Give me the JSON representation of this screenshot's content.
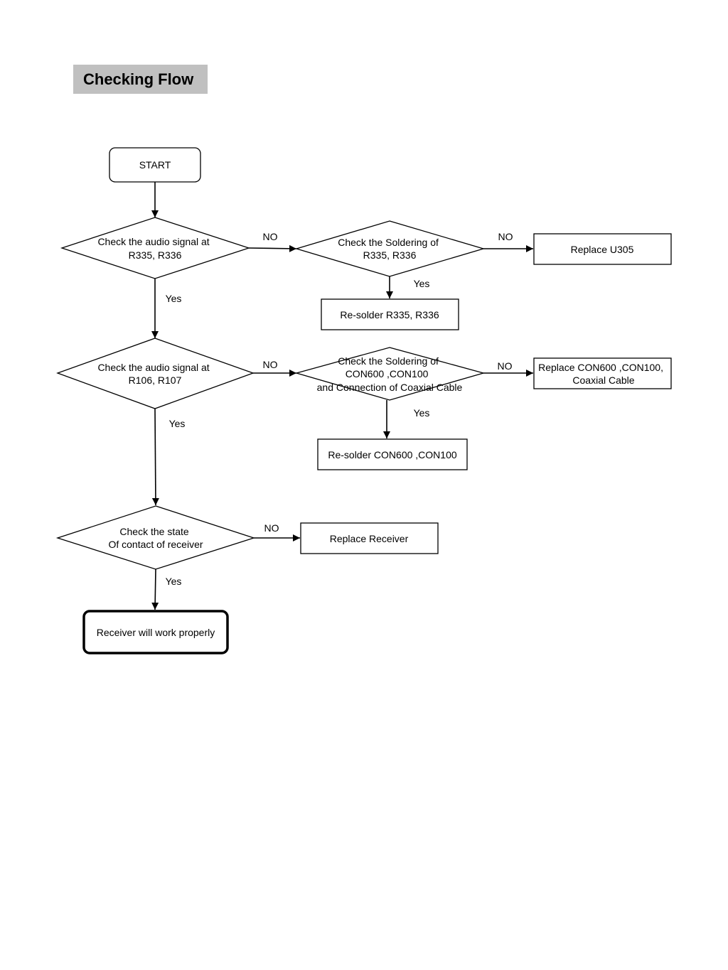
{
  "title": "Checking Flow",
  "nodes": {
    "start": {
      "lines": [
        "START"
      ]
    },
    "check_r335": {
      "lines": [
        "Check the audio signal at",
        "R335, R336"
      ]
    },
    "check_solder_r335": {
      "lines": [
        "Check the Soldering of",
        "R335, R336"
      ]
    },
    "replace_u305": {
      "lines": [
        "Replace U305"
      ]
    },
    "resolder_r335": {
      "lines": [
        "Re-solder R335, R336"
      ]
    },
    "check_r106": {
      "lines": [
        "Check the audio signal at",
        "R106, R107"
      ]
    },
    "check_solder_con600": {
      "lines": [
        "Check the Soldering of",
        "CON600 ,CON100",
        "and Connection of Coaxial Cable"
      ]
    },
    "replace_con600": {
      "lines": [
        "Replace CON600 ,CON100,",
        "Coaxial Cable"
      ]
    },
    "resolder_con600": {
      "lines": [
        "Re-solder CON600 ,CON100"
      ]
    },
    "check_receiver": {
      "lines": [
        "Check the state",
        "Of contact of receiver"
      ]
    },
    "replace_receiver": {
      "lines": [
        "Replace Receiver"
      ]
    },
    "receiver_ok": {
      "lines": [
        "Receiver will work properly"
      ]
    }
  },
  "edge_labels": {
    "r335_no": "NO",
    "solder_r335_no": "NO",
    "solder_r335_yes": "Yes",
    "r335_yes": "Yes",
    "r106_no": "NO",
    "solder_con600_no": "NO",
    "solder_con600_yes": "Yes",
    "r106_yes": "Yes",
    "receiver_no": "NO",
    "receiver_yes": "Yes"
  }
}
